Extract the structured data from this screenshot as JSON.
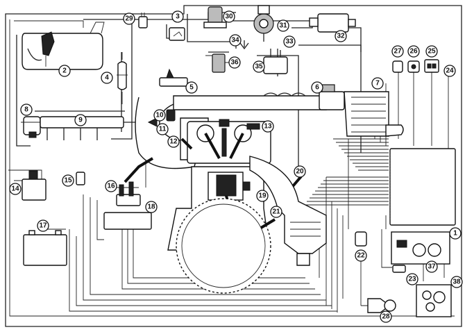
{
  "callouts": [
    {
      "label": "1"
    },
    {
      "label": "2"
    },
    {
      "label": "3"
    },
    {
      "label": "4"
    },
    {
      "label": "5"
    },
    {
      "label": "6"
    },
    {
      "label": "7"
    },
    {
      "label": "8"
    },
    {
      "label": "9"
    },
    {
      "label": "10"
    },
    {
      "label": "11"
    },
    {
      "label": "12"
    },
    {
      "label": "13"
    },
    {
      "label": "14"
    },
    {
      "label": "15"
    },
    {
      "label": "16"
    },
    {
      "label": "17"
    },
    {
      "label": "18"
    },
    {
      "label": "19"
    },
    {
      "label": "20"
    },
    {
      "label": "21"
    },
    {
      "label": "22"
    },
    {
      "label": "23"
    },
    {
      "label": "24"
    },
    {
      "label": "25"
    },
    {
      "label": "26"
    },
    {
      "label": "27"
    },
    {
      "label": "28"
    },
    {
      "label": "29"
    },
    {
      "label": "30"
    },
    {
      "label": "31"
    },
    {
      "label": "32"
    },
    {
      "label": "33"
    },
    {
      "label": "34"
    },
    {
      "label": "35"
    },
    {
      "label": "36"
    },
    {
      "label": "37"
    },
    {
      "label": "38"
    }
  ]
}
